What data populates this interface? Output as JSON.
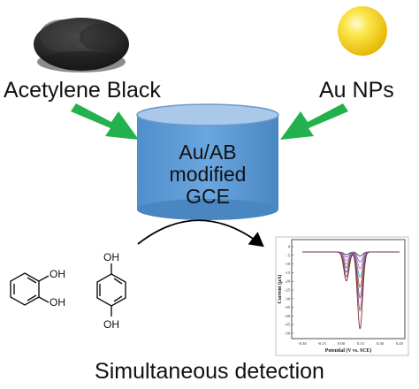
{
  "inputs": {
    "left_label": "Acetylene Black",
    "right_label": "Au NPs"
  },
  "electrode": {
    "line1": "Au/AB",
    "line2": "modified",
    "line3": "GCE"
  },
  "molecules": {
    "catechol_oh1": "OH",
    "catechol_oh2": "OH",
    "hydroquinone_oh_top": "OH",
    "hydroquinone_oh_bottom": "OH"
  },
  "inset_plot": {
    "xlabel": "Potential (V vs. SCE)",
    "ylabel": "Current (μA)",
    "xticks": [
      "-0.30",
      "-0.15",
      "0.00",
      "0.15",
      "0.30",
      "0.45"
    ],
    "yticks": [
      "0",
      "-5",
      "-10",
      "-15",
      "-20",
      "-25",
      "-30",
      "-35",
      "-40",
      "-45",
      "-50"
    ]
  },
  "caption": "Simultaneous detection",
  "colors": {
    "arrow_green": "#22b14c",
    "cylinder_fill": "#5b9bd5",
    "cylinder_top": "#a9c8ea",
    "sphere": "#f6d21a"
  }
}
